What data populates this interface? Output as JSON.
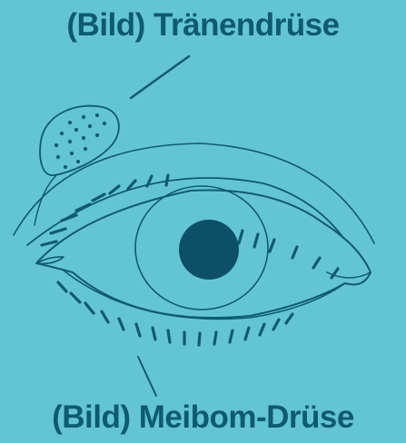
{
  "labels": {
    "lacrimal_gland": "(Bild) Tränendrüse",
    "meibomian_gland": "(Bild) Meibom-Drüse"
  },
  "colors": {
    "background": "#63c5d3",
    "ink": "#0e5a72",
    "pupil": "#0d4f66"
  },
  "icons": {
    "lacrimal_gland": "dotted-gland-icon",
    "eye": "eye-diagram"
  }
}
